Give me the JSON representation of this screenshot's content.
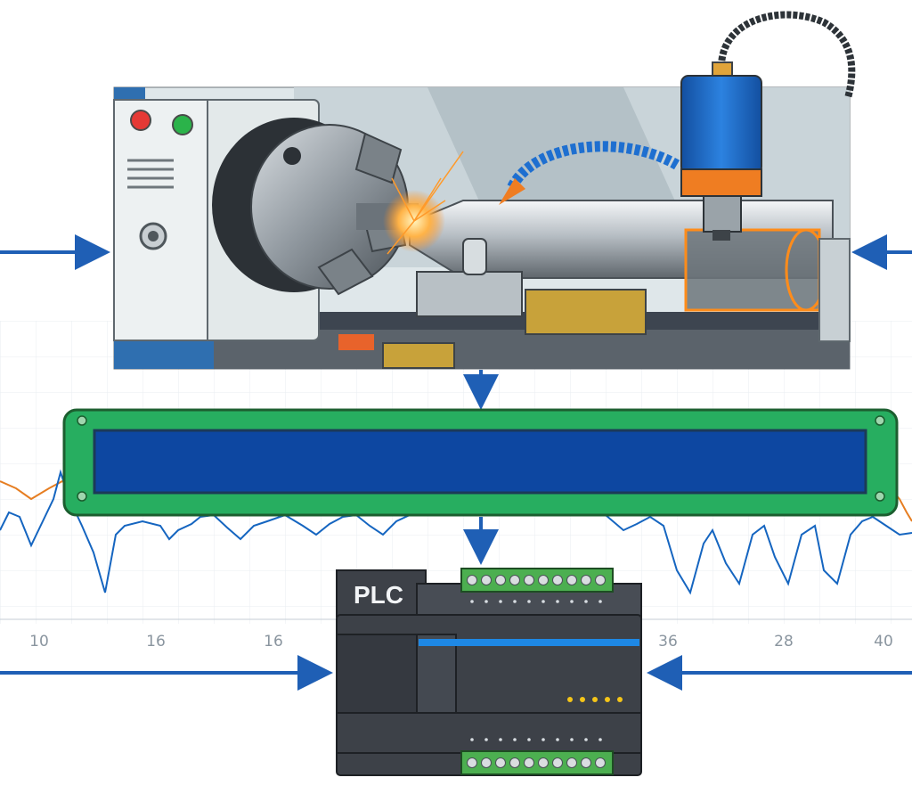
{
  "diagram": {
    "description_free": true,
    "plc": {
      "label": "PLC"
    },
    "chart_axis": {
      "tick_labels": [
        "10",
        "16",
        "16",
        "36",
        "28",
        "40"
      ]
    },
    "colors": {
      "flow_arrow": "#1f5fb5",
      "display_frame": "#27ae60",
      "display_screen": "#0d47a1",
      "plc_body": "#3d4148",
      "terminal_green": "#4caf50",
      "signal_blue": "#1565c0",
      "signal_orange": "#e67e22",
      "lathe_body": "#e3e9ea",
      "lathe_base": "#2f6fb0",
      "sensor_blue": "#1e6fd0",
      "sensor_orange": "#ef7d22",
      "spark_orange": "#ff8c1a"
    },
    "icons": [
      "stop-button-icon",
      "start-button-icon",
      "sensor-icon",
      "cnc-lathe-icon",
      "plc-controller-icon"
    ]
  }
}
